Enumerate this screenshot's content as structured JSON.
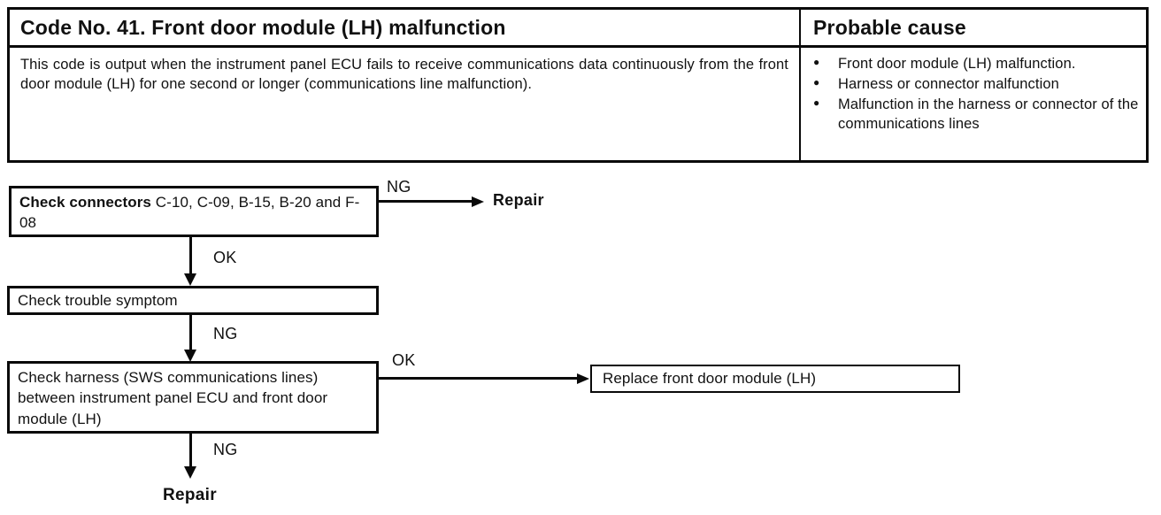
{
  "table": {
    "title": "Code No. 41. Front door module (LH) malfunction",
    "probable_cause_header": "Probable cause",
    "description": "This code is output when the instrument panel ECU fails to receive communications data continuously from the front door module (LH) for one second or longer (communications line malfunction).",
    "causes": [
      "Front door module (LH) malfunction.",
      "Harness or connector malfunction",
      "Malfunction in the harness or connector of the communications lines"
    ]
  },
  "flowchart": {
    "step1_bold": "Check connectors",
    "step1_rest": " C-10, C-09, B-15, B-20 and F-08",
    "step2": "Check trouble symptom",
    "step3": "Check harness (SWS communications lines) between instrument panel ECU and front door module (LH)",
    "labels": {
      "ng1": "NG",
      "ok1": "OK",
      "ng2": "NG",
      "ok2": "OK",
      "ng3": "NG"
    },
    "results": {
      "repair_top": "Repair",
      "replace": "Replace front door module (LH)",
      "repair_bottom": "Repair"
    }
  }
}
